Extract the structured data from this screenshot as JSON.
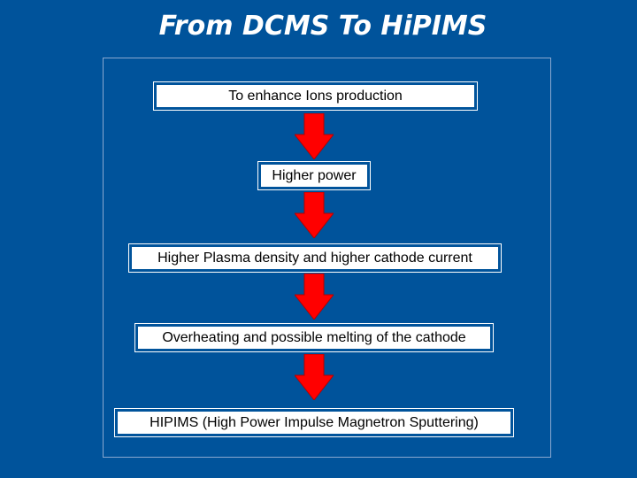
{
  "title": "From DCMS To HiPIMS",
  "colors": {
    "background": "#00539b",
    "box_fill": "#ffffff",
    "arrow": "#ff0000"
  },
  "steps": [
    "To enhance Ions production",
    "Higher power",
    "Higher Plasma density and higher cathode current",
    "Overheating and possible melting of the cathode",
    "HIPIMS (High Power Impulse Magnetron Sputtering)"
  ],
  "connector_icon": "down-arrow-icon"
}
